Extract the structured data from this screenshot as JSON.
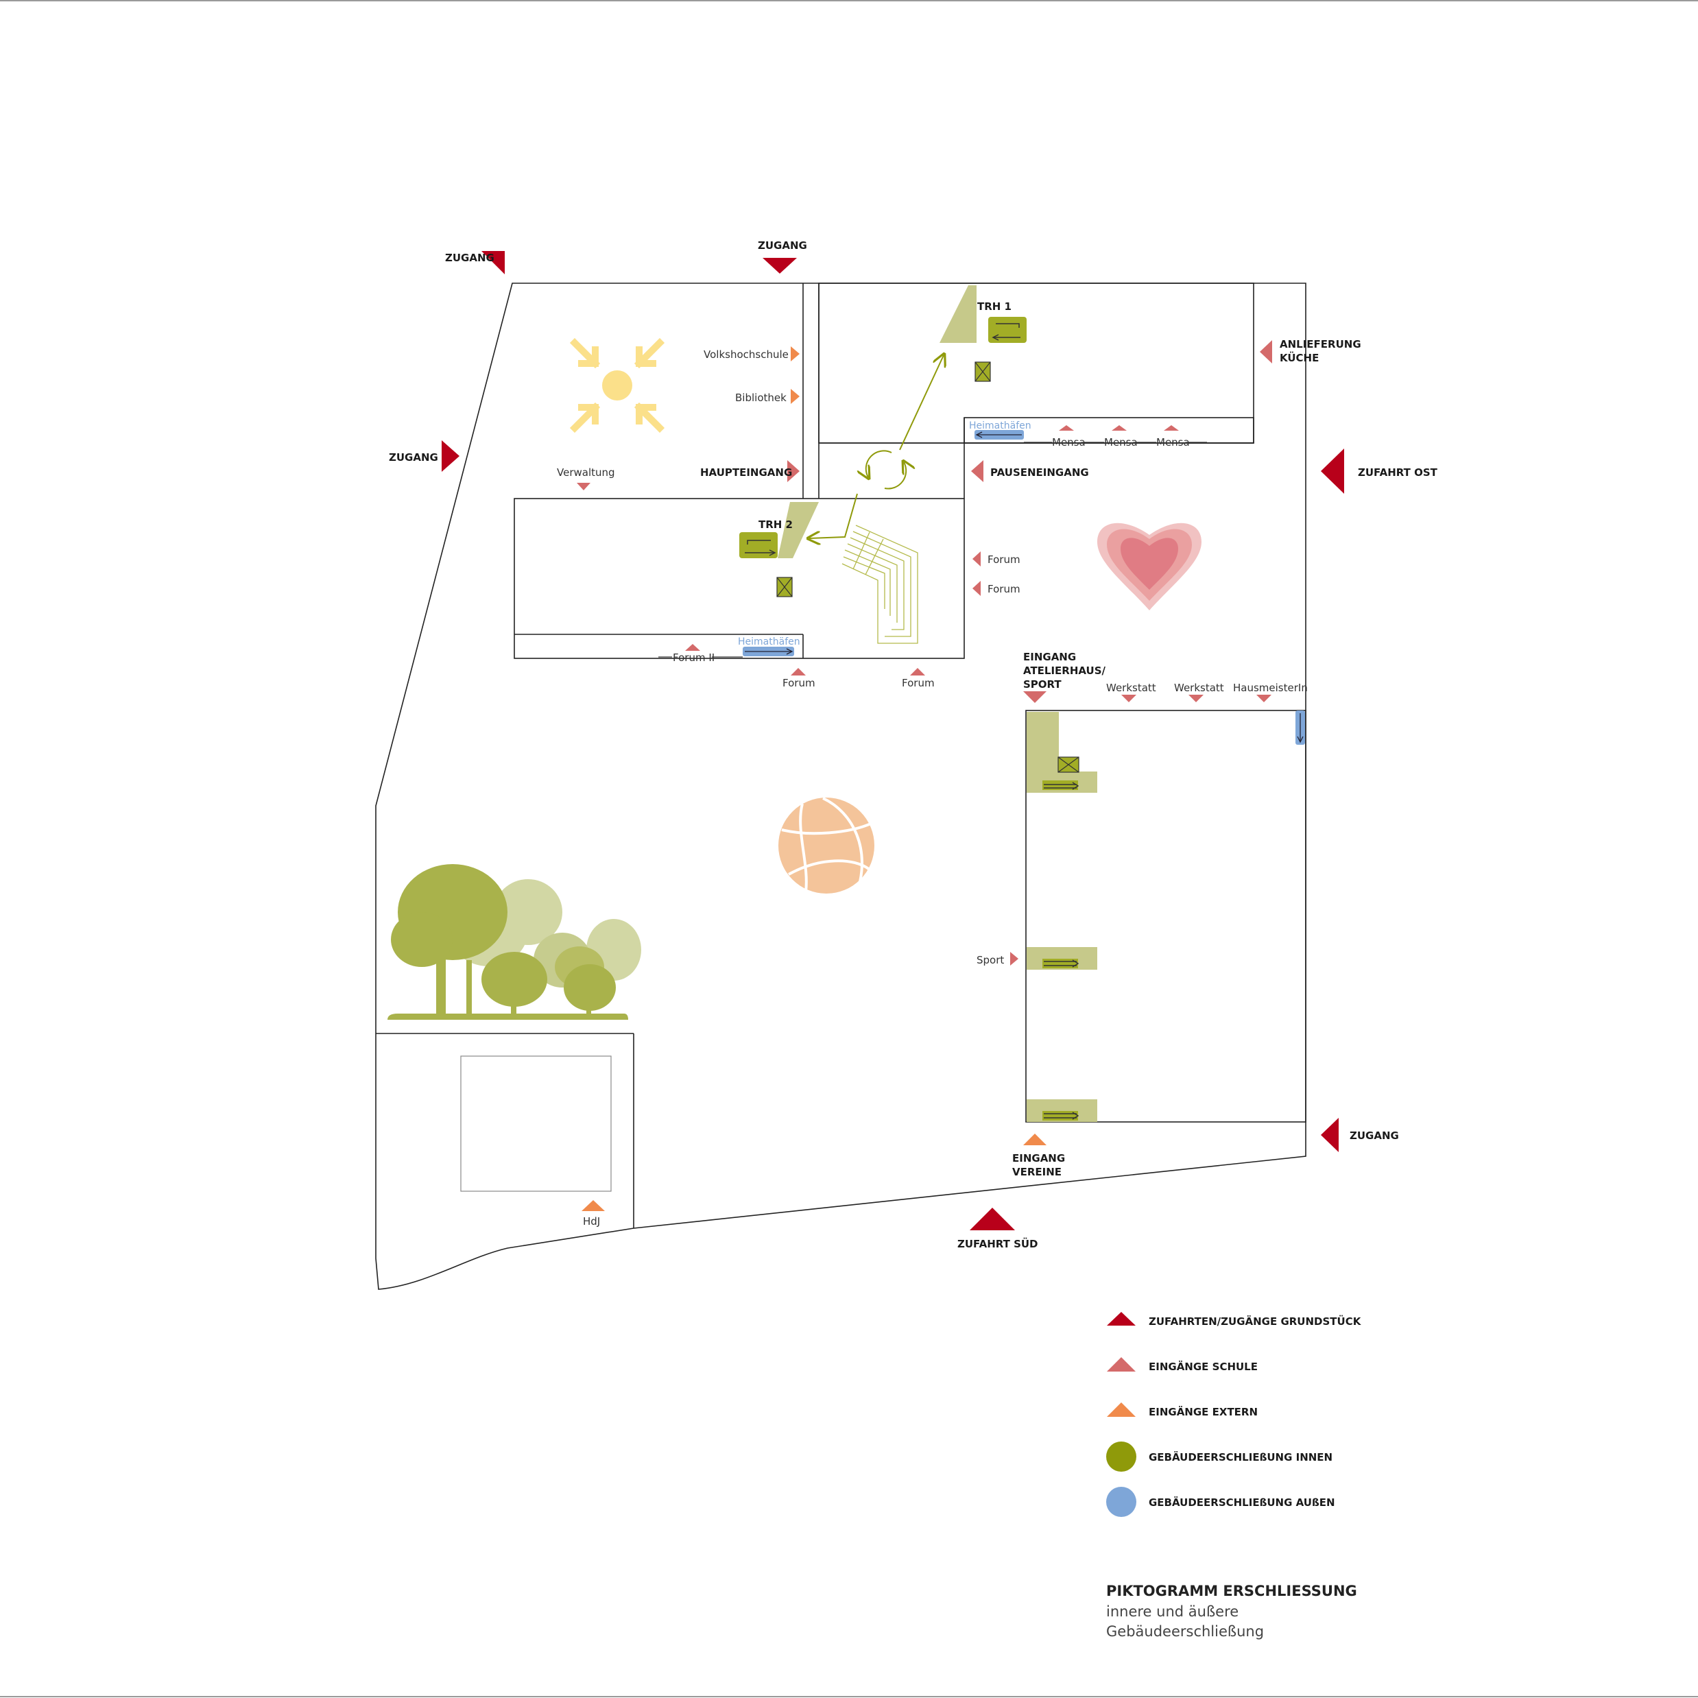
{
  "colors": {
    "zufahrt": "#b8001a",
    "eingang_schule": "#d46a6a",
    "eingang_extern": "#f08a4b",
    "innen": "#8f9a0a",
    "aussen": "#7ea6d8",
    "stair_fill": "#c6c98a",
    "sun": "#fbe08a",
    "ball": "#f4c49a",
    "heart": "#e98a8a",
    "tree_dark": "#a9b24b",
    "tree_light": "#d2d7a4"
  },
  "labels": {
    "zugang_nw": "ZUGANG",
    "zugang_n": "ZUGANG",
    "zugang_w": "ZUGANG",
    "zugang_se": "ZUGANG",
    "zufahrt_ost": "ZUFAHRT OST",
    "zufahrt_sued": "ZUFAHRT SÜD",
    "anlieferung_1": "ANLIEFERUNG",
    "anlieferung_2": "KÜCHE",
    "haupteingang": "HAUPTEINGANG",
    "pauseneingang": "PAUSENEINGANG",
    "eingang_atelier_1": "EINGANG",
    "eingang_atelier_2": "ATELIERHAUS/",
    "eingang_atelier_3": "SPORT",
    "eingang_vereine_1": "EINGANG",
    "eingang_vereine_2": "VEREINE",
    "trh1": "TRH 1",
    "trh2": "TRH 2",
    "volkshochschule": "Volkshochschule",
    "bibliothek": "Bibliothek",
    "verwaltung": "Verwaltung",
    "mensa_1": "Mensa",
    "mensa_2": "Mensa",
    "mensa_3": "Mensa",
    "heimathaefen_1": "Heimathäfen",
    "heimathaefen_2": "Heimathäfen",
    "forum_e1": "Forum",
    "forum_e2": "Forum",
    "forum_s1": "Forum",
    "forum_s2": "Forum",
    "forum_ii": "Forum II",
    "werkstatt_1": "Werkstatt",
    "werkstatt_2": "Werkstatt",
    "hausmeisterin": "HausmeisterIn",
    "sport": "Sport",
    "hdj": "HdJ"
  },
  "legend": {
    "items": [
      {
        "label": "ZUFAHRTEN/ZUGÄNGE GRUNDSTÜCK",
        "symbol": "triangle",
        "color": "#b8001a"
      },
      {
        "label": "EINGÄNGE SCHULE",
        "symbol": "triangle",
        "color": "#d46a6a"
      },
      {
        "label": "EINGÄNGE EXTERN",
        "symbol": "triangle",
        "color": "#f08a4b"
      },
      {
        "label": "GEBÄUDEERSCHLIEßUNG INNEN",
        "symbol": "circle",
        "color": "#8f9a0a"
      },
      {
        "label": "GEBÄUDEERSCHLIEßUNG AUßEN",
        "symbol": "circle",
        "color": "#7ea6d8"
      }
    ]
  },
  "title": {
    "main": "PIKTOGRAMM ERSCHLIESSUNG",
    "sub1": "innere und äußere",
    "sub2": "Gebäudeerschließung"
  },
  "icons": {
    "assembly": "sun-assembly-icon",
    "rotation": "circular-arrows-icon",
    "ball": "basketball-icon",
    "heart": "heart-icon",
    "trees": "trees-icon",
    "elevator": "elevator-icon"
  }
}
